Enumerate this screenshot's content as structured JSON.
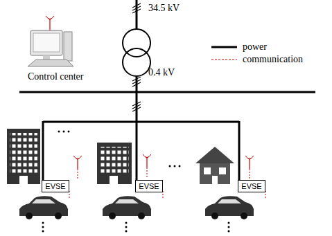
{
  "diagram": {
    "nodes": [
      {
        "text": [
          "EVSE"
        ]
      },
      {
        "text": [
          "EVSE"
        ]
      },
      {
        "text": [
          "EVSE"
        ]
      }
    ],
    "labels": [
      "34.5 kV",
      "0.4 kV",
      "Control center"
    ],
    "legend": [
      {
        "text": "power"
      },
      {
        "text": "communication"
      }
    ]
  }
}
